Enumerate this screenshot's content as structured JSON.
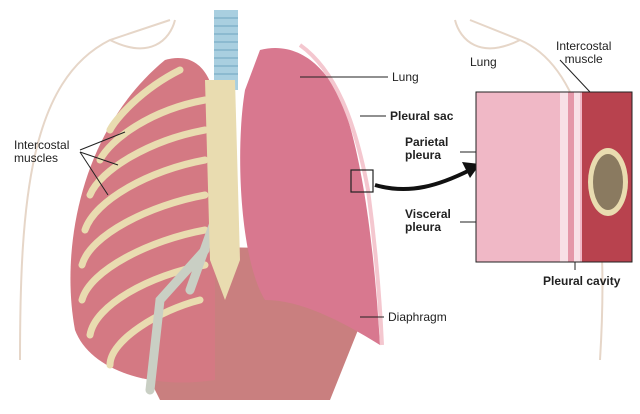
{
  "labels": {
    "lung": "Lung",
    "pleural_sac": "Pleural sac",
    "intercostal_muscles_1": "Intercostal",
    "intercostal_muscles_2": "muscles",
    "diaphragm": "Diaphragm",
    "parietal_pleura_1": "Parietal",
    "parietal_pleura_2": "pleura",
    "visceral_pleura_1": "Visceral",
    "visceral_pleura_2": "pleura",
    "inset_lung": "Lung",
    "inset_intercostal_1": "Intercostal",
    "inset_intercostal_2": "muscle",
    "pleural_cavity": "Pleural cavity"
  },
  "colors": {
    "lung": "#d8788f",
    "muscle": "#c9606a",
    "rib": "#e9dcb0",
    "cartilage": "#c9cfc4",
    "pleura": "#f4c7cf",
    "trachea": "#a9cfe0"
  }
}
